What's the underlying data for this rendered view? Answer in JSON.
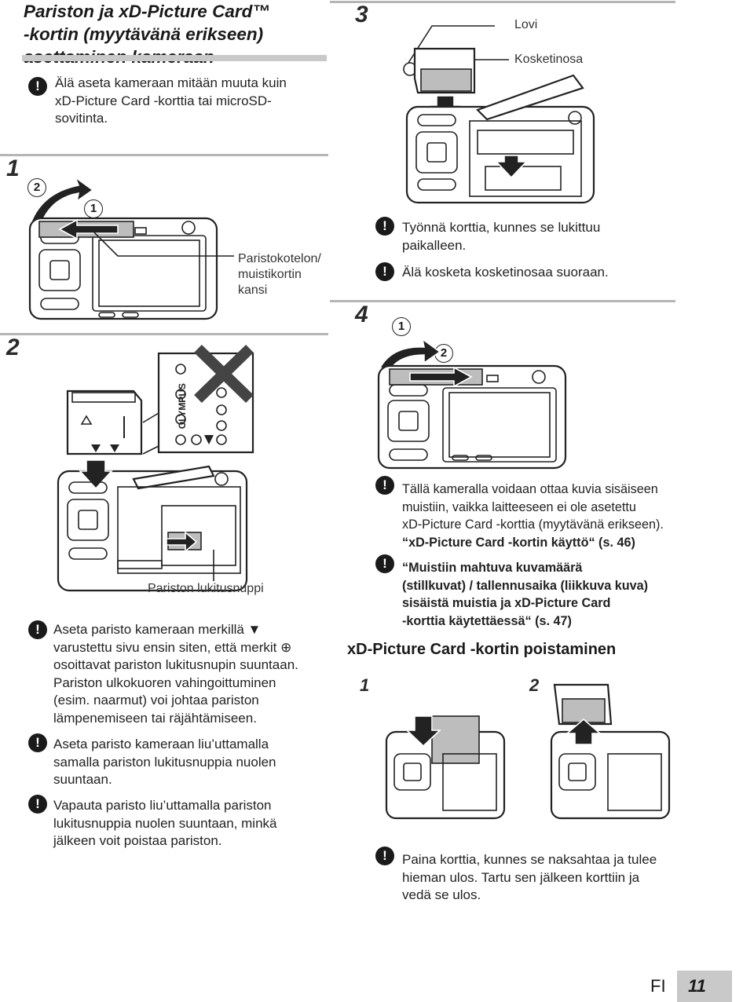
{
  "header": {
    "title_lines": [
      "Pariston ja xD-Picture Card™",
      "-kortin (myytävänä erikseen)",
      "asettaminen kameraan"
    ]
  },
  "warning_intro": {
    "icon": "!",
    "lines": [
      "Älä aseta kameraan mitään muuta kuin",
      "xD-Picture Card -korttia tai microSD-",
      "sovitinta."
    ]
  },
  "steps": {
    "s1": "1",
    "s2": "2",
    "s3": "3",
    "s4": "4",
    "r1": "1",
    "r2": "2"
  },
  "circled": {
    "a1": "1",
    "a2": "2",
    "b1": "1",
    "b2": "2"
  },
  "labels": {
    "battery_cover": [
      "Paristokotelon/",
      "muistikortin",
      "kansi"
    ],
    "lovi": "Lovi",
    "kosketinosa": "Kosketinosa",
    "lock_knob": "Pariston lukitusnuppi"
  },
  "notes_left": [
    {
      "lines": [
        "Aseta paristo kameraan merkillä ▼",
        "varustettu sivu ensin siten, että merkit ⊕",
        "osoittavat pariston lukitusnupin suuntaan.",
        "Pariston ulkokuoren vahingoittuminen",
        "(esim. naarmut) voi johtaa pariston",
        "lämpenemiseen tai räjähtämiseen."
      ]
    },
    {
      "lines": [
        "Aseta paristo kameraan liu’uttamalla",
        "samalla pariston lukitusnuppia nuolen",
        "suuntaan."
      ]
    },
    {
      "lines": [
        "Vapauta paristo liu’uttamalla pariston",
        "lukitusnuppia nuolen suuntaan, minkä",
        "jälkeen voit poistaa pariston."
      ]
    }
  ],
  "notes_step3": [
    {
      "lines": [
        "Työnnä korttia, kunnes se lukittuu",
        "paikalleen."
      ]
    },
    {
      "lines": [
        "Älä kosketa kosketinosaa suoraan."
      ]
    }
  ],
  "notes_right": [
    {
      "lines": [
        "Tällä kameralla voidaan ottaa kuvia sisäiseen",
        "muistiin, vaikka laitteeseen ei ole asetettu",
        "xD-Picture Card -korttia (myytävänä erikseen)."
      ],
      "bold_line": "“xD-Picture Card -kortin käyttö“ (s. 46)"
    },
    {
      "bold_lines": [
        "“Muistiin mahtuva kuvamäärä",
        "(stillkuvat) / tallennusaika (liikkuva kuva)",
        "sisäistä muistia ja xD-Picture Card",
        "-korttia käytettäessä“ (s. 47)"
      ]
    }
  ],
  "removal": {
    "heading": "xD-Picture Card -kortin poistaminen",
    "note_lines": [
      "Paina korttia, kunnes se naksahtaa ja tulee",
      "hieman ulos. Tartu sen jälkeen korttiin ja",
      "vedä se ulos."
    ]
  },
  "battery_marks": {
    "brand": "OLYMPUS"
  },
  "footer": {
    "lang": "FI",
    "page": "11"
  }
}
